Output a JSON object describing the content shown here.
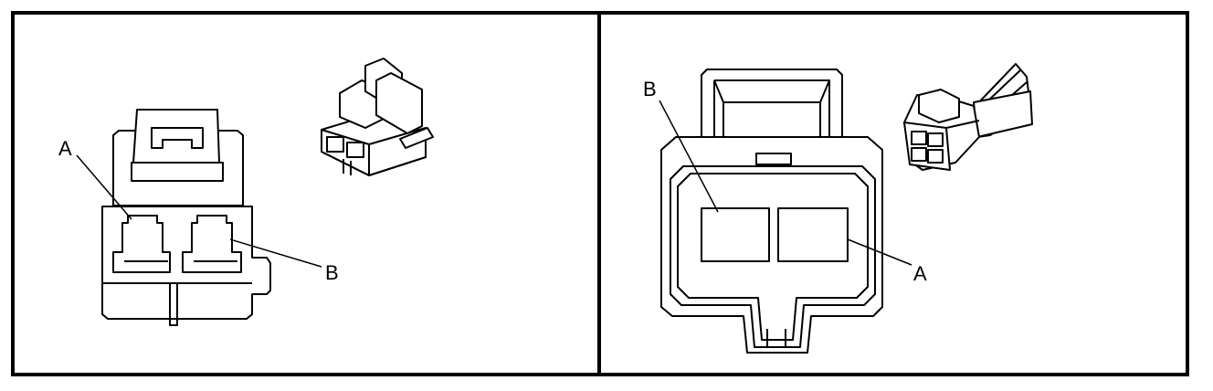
{
  "left_panel": {
    "label_a": "A",
    "label_b": "B"
  },
  "right_panel": {
    "label_a": "A",
    "label_b": "B"
  }
}
